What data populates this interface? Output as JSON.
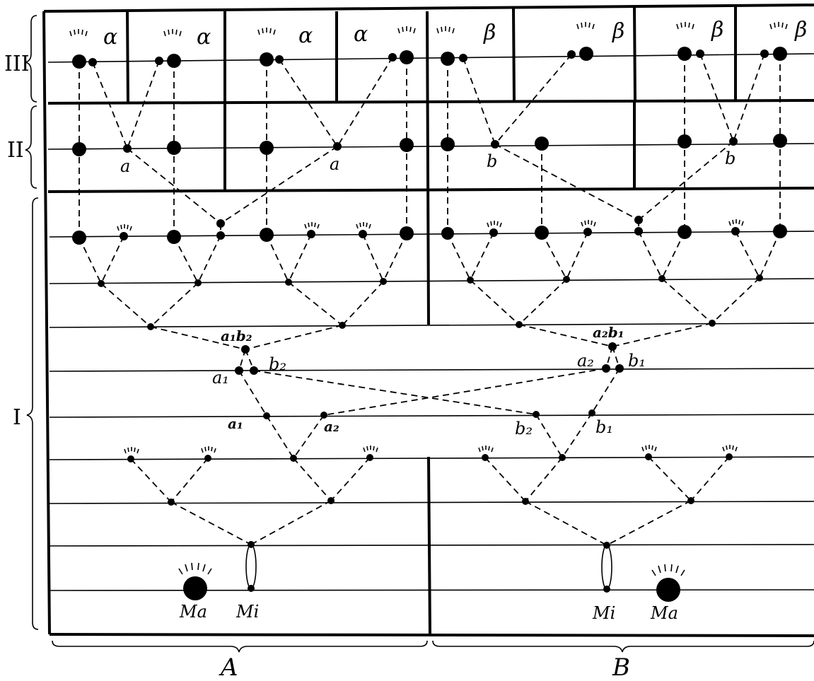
{
  "generation_labels": {
    "gen3": "III",
    "gen2": "II",
    "gen1": "I"
  },
  "group_labels": {
    "a": "A",
    "b": "B"
  },
  "gen3_labels": [
    "α",
    "α",
    "α",
    "α",
    "β",
    "β",
    "β",
    "β"
  ],
  "gen2_labels": [
    "a",
    "a",
    "b",
    "b"
  ],
  "cross_labels": {
    "a1b2": "a₁b₂",
    "a2b1": "a₂b₁",
    "b2_upper": "b₂",
    "a1_upper": "a₁",
    "a2_upper": "a₂",
    "b1_upper": "b₁",
    "a1_lower": "a₁",
    "a2_lower": "a₂",
    "b2_lower": "b₂",
    "b1_lower": "b₁"
  },
  "nuclei_labels": {
    "ma_left": "Ma",
    "mi_left": "Mi",
    "mi_right": "Mi",
    "ma_right": "Ma"
  }
}
